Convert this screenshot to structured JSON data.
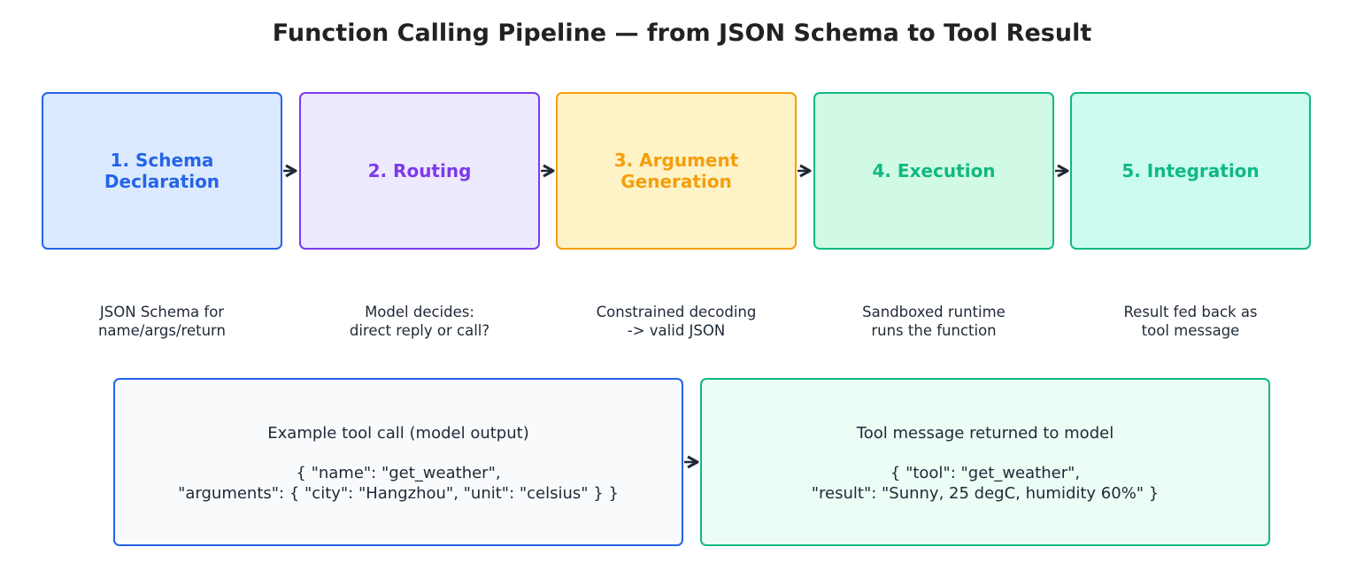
{
  "title": "Function Calling Pipeline — from JSON Schema to Tool Result",
  "stages": [
    {
      "label": "1. Schema\nDeclaration",
      "description": "JSON Schema for\nname/args/return",
      "color": "#2563eb",
      "fill": "#dbeafe"
    },
    {
      "label": "2. Routing",
      "description": "Model decides:\ndirect reply or call?",
      "color": "#7c3aed",
      "fill": "#ede9fe"
    },
    {
      "label": "3. Argument\nGeneration",
      "description": "Constrained decoding\n-> valid JSON",
      "color": "#f59e0b",
      "fill": "#fef3c7"
    },
    {
      "label": "4. Execution",
      "description": "Sandboxed runtime\nruns the function",
      "color": "#10b981",
      "fill": "#d1fae5"
    },
    {
      "label": "5. Integration",
      "description": "Result fed back as\ntool message",
      "color": "#10b981",
      "fill": "#ccfbf1"
    }
  ],
  "examples": {
    "call": {
      "title": "Example tool call (model output)",
      "body": "{ \"name\": \"get_weather\",\n\"arguments\": { \"city\": \"Hangzhou\", \"unit\": \"celsius\" } }",
      "color": "#2563eb",
      "fill": "#f8fafc"
    },
    "result": {
      "title": "Tool message returned to model",
      "body": "{ \"tool\": \"get_weather\",\n\"result\": \"Sunny, 25 degC, humidity 60%\" }",
      "color": "#10b981",
      "fill": "#ecfdf5"
    }
  },
  "arrow_color": "#1f2937"
}
